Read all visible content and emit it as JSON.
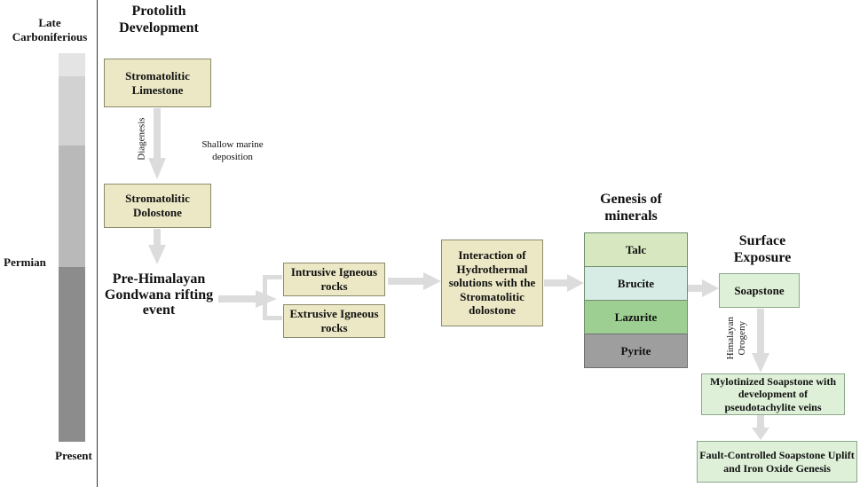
{
  "timeline": {
    "late_carboniferous": "Late Carboniferious",
    "permian": "Permian",
    "present": "Present",
    "colors": [
      "#e4e4e4",
      "#d2d2d2",
      "#b9b9b9",
      "#8c8c8c"
    ]
  },
  "headings": {
    "protolith": "Protolith Development",
    "genesis": "Genesis of minerals",
    "surface": "Surface Exposure"
  },
  "boxes": {
    "stromatolitic_limestone": "Stromatolitic Limestone",
    "stromatolitic_dolostone": "Stromatolitic Dolostone",
    "rifting_event": "Pre-Himalayan Gondwana rifting event",
    "intrusive": "Intrusive Igneous rocks",
    "extrusive": "Extrusive Igneous rocks",
    "interaction": "Interaction of Hydrothermal solutions with the Stromatolitic dolostone",
    "soapstone": "Soapstone",
    "mylotinized": "Mylotinized Soapstone with development of pseudotachylite veins",
    "fault_controlled": "Fault-Controlled Soapstone Uplift and Iron Oxide Genesis"
  },
  "minerals": [
    {
      "name": "Talc",
      "color": "#d7e8c0"
    },
    {
      "name": "Brucite",
      "color": "#d8ece6"
    },
    {
      "name": "Lazurite",
      "color": "#9dcf93"
    },
    {
      "name": "Pyrite",
      "color": "#9e9e9e"
    }
  ],
  "annotations": {
    "diagenesis": "Diagenesis",
    "shallow_marine": "Shallow marine deposition",
    "himalayan_orogeny": "Himalayan Orogeny"
  },
  "colors": {
    "beige_box": "#ece8c5",
    "green_box": "#dff0d8",
    "arrow": "#dcdcdc"
  }
}
